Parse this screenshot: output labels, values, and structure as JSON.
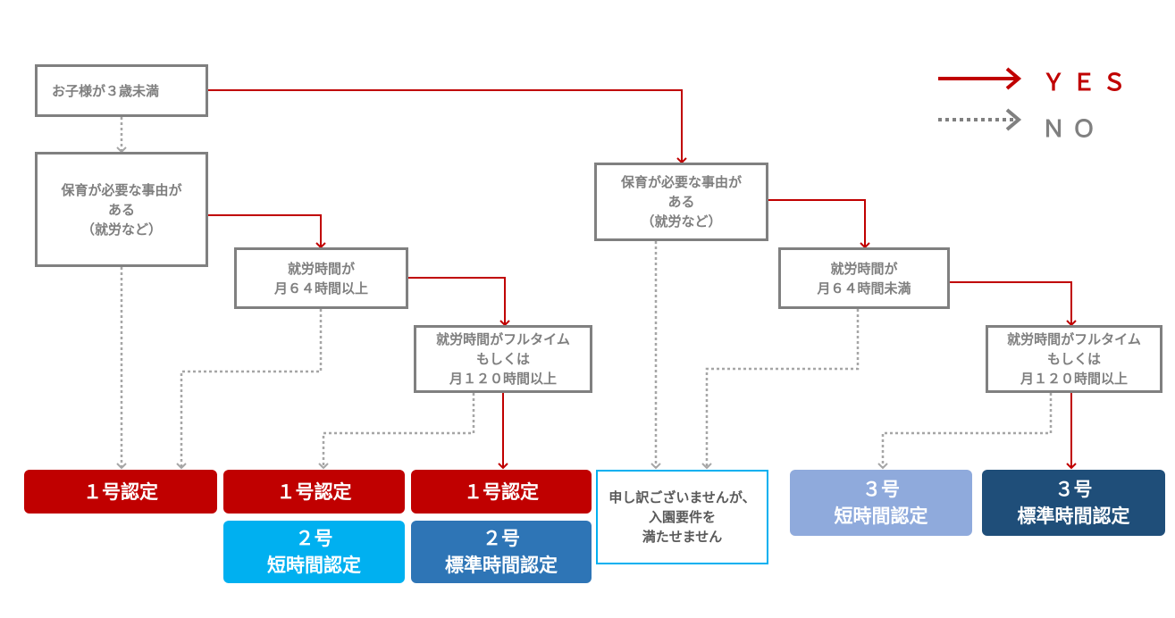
{
  "legend": {
    "yes": "ＹＥＳ",
    "no": "ＮＯ",
    "yes_color": "#c00000",
    "no_color": "#808080"
  },
  "questions": {
    "under3": [
      "お子様が３歳未満"
    ],
    "need_left": [
      "保育が必要な事由が",
      "ある",
      "（就労など）"
    ],
    "need_right": [
      "保育が必要な事由が",
      "ある",
      "（就労など）"
    ],
    "work64_over": [
      "就労時間が",
      "月６４時間以上"
    ],
    "work64_under": [
      "就労時間が",
      "月６４時間未満"
    ],
    "fulltime_left": [
      "就労時間がフルタイム",
      "もしくは",
      "月１２０時間以上"
    ],
    "fulltime_right": [
      "就労時間がフルタイム",
      "もしくは",
      "月１２０時間以上"
    ]
  },
  "results": {
    "r1a": [
      "１号認定"
    ],
    "r1b": [
      "１号認定"
    ],
    "r1c": [
      "１号認定"
    ],
    "r2short": [
      "２号",
      "短時間認定"
    ],
    "r2std": [
      "２号",
      "標準時間認定"
    ],
    "sorry": [
      "申し訳ございませんが、",
      "入園要件を",
      "満たせません"
    ],
    "r3short": [
      "３号",
      "短時間認定"
    ],
    "r3std": [
      "３号",
      "標準時間認定"
    ]
  },
  "colors": {
    "red": "#c00000",
    "gray": "#808080",
    "cyan": "#00b0f0",
    "mid_blue": "#2e75b6",
    "light_blue": "#8faadc",
    "dark_blue": "#1f4e79"
  }
}
